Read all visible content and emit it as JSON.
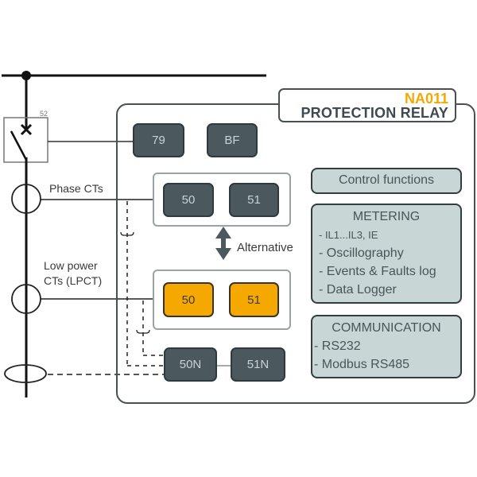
{
  "title": {
    "model": "NA011",
    "name": "PROTECTION RELAY"
  },
  "breaker_label": "52",
  "labels": {
    "phase_cts": "Phase CTs",
    "low_power_cts_line1": "Low power",
    "low_power_cts_line2": "CTs (LPCT)",
    "alternative": "Alternative"
  },
  "functions": {
    "reclose": "79",
    "breaker_failure": "BF",
    "phase_50": "50",
    "phase_51": "51",
    "lpct_50": "50",
    "lpct_51": "51",
    "earth_50n": "50N",
    "earth_51n": "51N"
  },
  "panels": {
    "control": {
      "title": "Control functions"
    },
    "metering": {
      "title": "METERING",
      "items": [
        "- IL1...IL3, IE",
        "- Oscillography",
        "- Events & Faults log",
        "- Data Logger"
      ]
    },
    "communication": {
      "title": "COMMUNICATION",
      "items": [
        "- RS232",
        "- Modbus RS485"
      ]
    }
  },
  "colors": {
    "dark_block": "#4b585d",
    "amber_block": "#f5a800",
    "panel_fill": "#c8d6d6",
    "title_accent": "#f5a800"
  }
}
